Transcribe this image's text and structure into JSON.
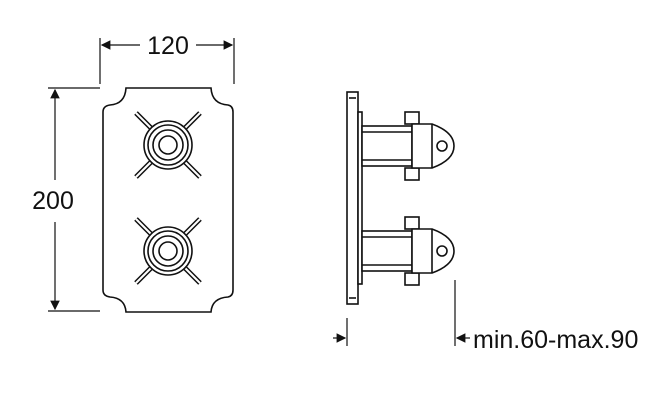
{
  "dimensions": {
    "width_label": "120",
    "height_label": "200",
    "depth_label": "min.60-max.90"
  },
  "colors": {
    "line": "#111111",
    "background": "#ffffff"
  }
}
